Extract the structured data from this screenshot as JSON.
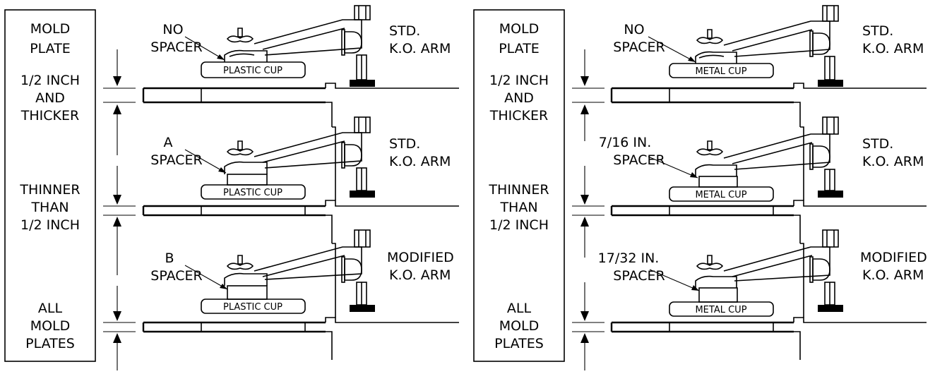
{
  "panels": [
    {
      "id": "plastic",
      "box_labels": [
        [
          "MOLD",
          "PLATE",
          "1/2 INCH",
          "AND",
          "THICKER"
        ],
        [
          "THINNER",
          "THAN",
          "1/2 INCH"
        ],
        [
          "ALL",
          "MOLD",
          "PLATES"
        ]
      ],
      "rows": [
        {
          "spacer_label": [
            "NO",
            "SPACER"
          ],
          "cup_label": "PLASTIC CUP",
          "arm_label": [
            "STD.",
            "K.O. ARM"
          ],
          "has_spacer": false
        },
        {
          "spacer_label": [
            "A",
            "SPACER"
          ],
          "cup_label": "PLASTIC CUP",
          "arm_label": [
            "STD.",
            "K.O. ARM"
          ],
          "has_spacer": true
        },
        {
          "spacer_label": [
            "B",
            "SPACER"
          ],
          "cup_label": "PLASTIC CUP",
          "arm_label": [
            "MODIFIED",
            "K.O. ARM"
          ],
          "has_spacer": true
        }
      ]
    },
    {
      "id": "metal",
      "box_labels": [
        [
          "MOLD",
          "PLATE",
          "1/2 INCH",
          "AND",
          "THICKER"
        ],
        [
          "THINNER",
          "THAN",
          "1/2 INCH"
        ],
        [
          "ALL",
          "MOLD",
          "PLATES"
        ]
      ],
      "rows": [
        {
          "spacer_label": [
            "NO",
            "SPACER"
          ],
          "cup_label": "METAL CUP",
          "arm_label": [
            "STD.",
            "K.O. ARM"
          ],
          "has_spacer": false
        },
        {
          "spacer_label": [
            "7/16 IN.",
            "SPACER"
          ],
          "cup_label": "METAL CUP",
          "arm_label": [
            "STD.",
            "K.O. ARM"
          ],
          "has_spacer": true
        },
        {
          "spacer_label": [
            "17/32 IN.",
            "SPACER"
          ],
          "cup_label": "METAL CUP",
          "arm_label": [
            "MODIFIED",
            "K.O. ARM"
          ],
          "has_spacer": true
        }
      ]
    }
  ]
}
